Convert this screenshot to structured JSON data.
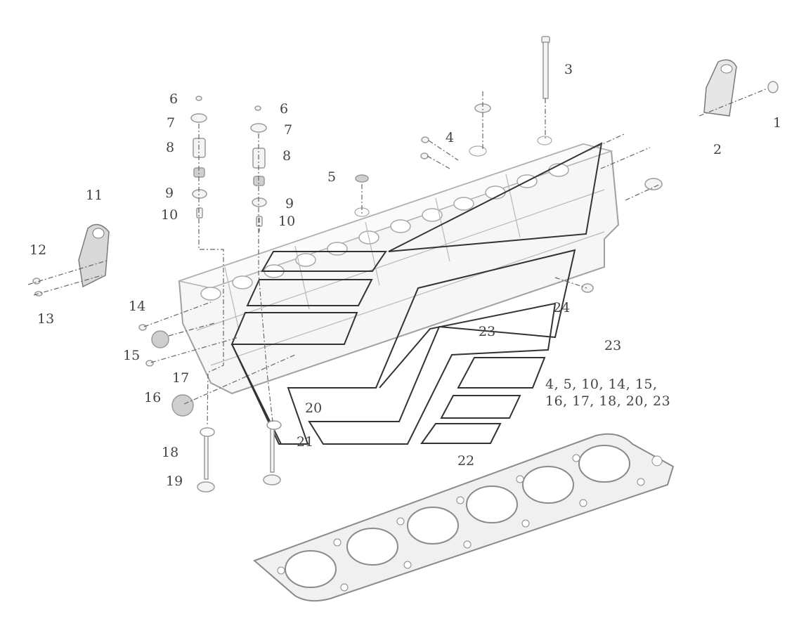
{
  "diagram": {
    "labels": [
      "1",
      "2",
      "3",
      "4",
      "5",
      "6",
      "6",
      "7",
      "7",
      "8",
      "8",
      "9",
      "9",
      "10",
      "10",
      "11",
      "12",
      "13",
      "14",
      "15",
      "16",
      "17",
      "18",
      "19",
      "20",
      "21",
      "22",
      "23",
      "23",
      "24"
    ],
    "kit_caption_line1": "4, 5, 10, 14, 15,",
    "kit_caption_line2": "16, 17, 18, 20, 23",
    "colors": {
      "outline": "#333333",
      "part_fill": "#f4f4f4",
      "part_stroke": "#9a9a9a",
      "leader": "#666666",
      "label_text": "#444444"
    }
  }
}
